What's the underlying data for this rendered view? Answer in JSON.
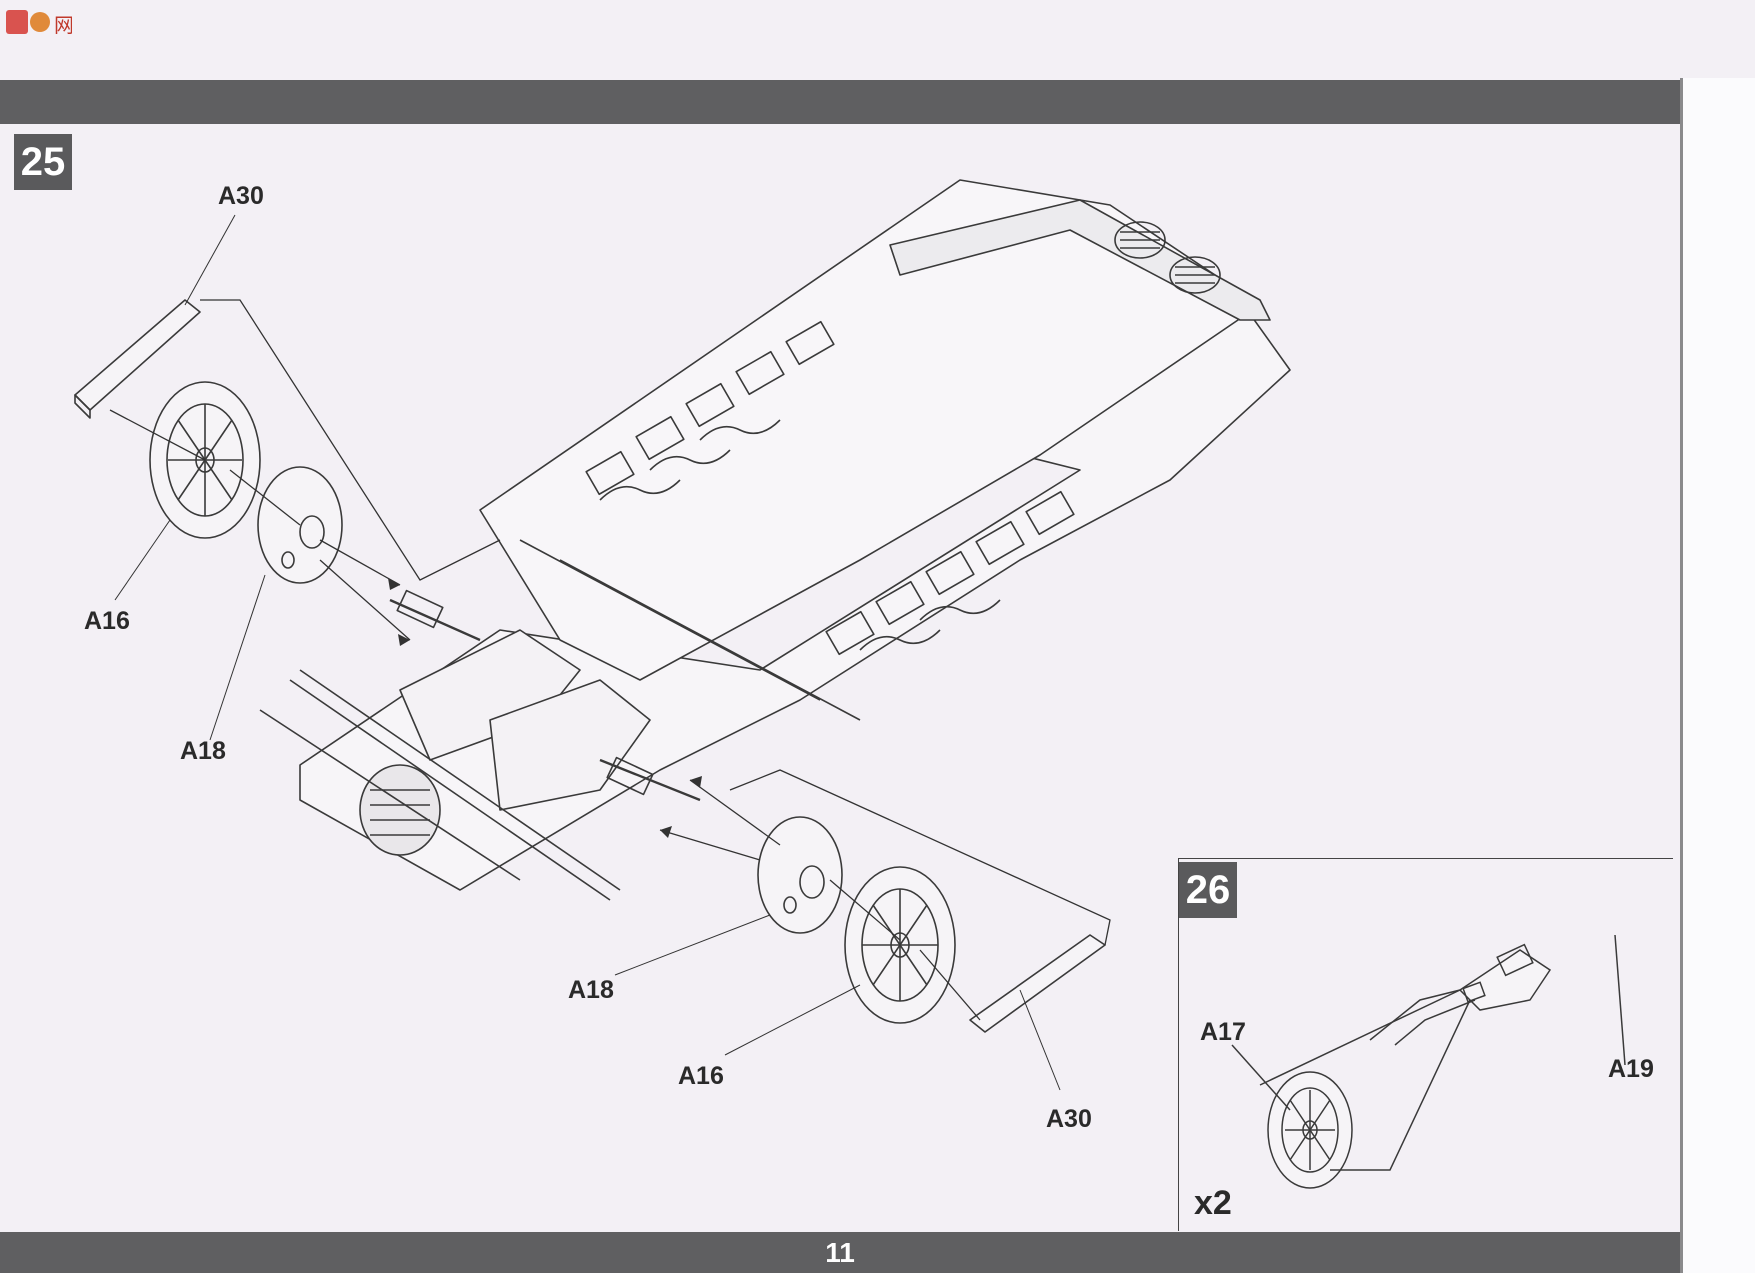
{
  "logo": {
    "text": "网"
  },
  "steps": {
    "step25": "25",
    "step26": "26"
  },
  "parts": {
    "a30_top": "A30",
    "a16_left": "A16",
    "a18_left": "A18",
    "a18_bottom": "A18",
    "a16_bottom": "A16",
    "a30_bottom": "A30",
    "a17": "A17",
    "a19": "A19"
  },
  "quantity": "x2",
  "page_number": "11",
  "colors": {
    "band": "#5f5f61",
    "paper": "#f3f0f5",
    "ink": "#2a2a2a"
  }
}
